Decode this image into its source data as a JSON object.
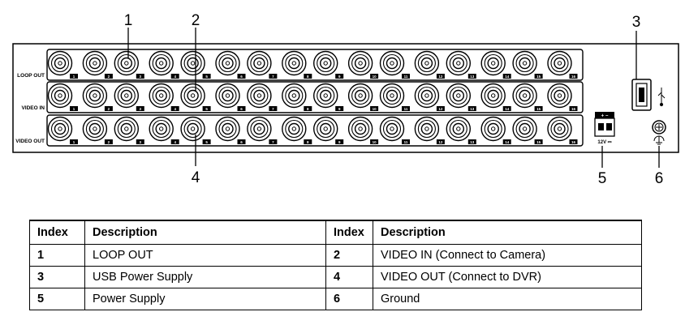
{
  "callouts": {
    "c1": "1",
    "c2": "2",
    "c3": "3",
    "c4": "4",
    "c5": "5",
    "c6": "6"
  },
  "panel": {
    "rows": [
      {
        "label": "LOOP OUT"
      },
      {
        "label": "VIDEO IN"
      },
      {
        "label": "VIDEO OUT"
      }
    ],
    "port_numbers": [
      "1",
      "2",
      "3",
      "4",
      "5",
      "6",
      "7",
      "8",
      "9",
      "10",
      "11",
      "12",
      "13",
      "14",
      "15",
      "16"
    ],
    "power_label": "12V ⎓",
    "power_polarity": "+ −"
  },
  "table": {
    "headers": [
      "Index",
      "Description",
      "Index",
      "Description"
    ],
    "rows": [
      [
        "1",
        "LOOP OUT",
        "2",
        "VIDEO IN (Connect to Camera)"
      ],
      [
        "3",
        "USB Power Supply",
        "4",
        "VIDEO OUT (Connect to DVR)"
      ],
      [
        "5",
        "Power Supply",
        "6",
        "Ground"
      ]
    ]
  }
}
